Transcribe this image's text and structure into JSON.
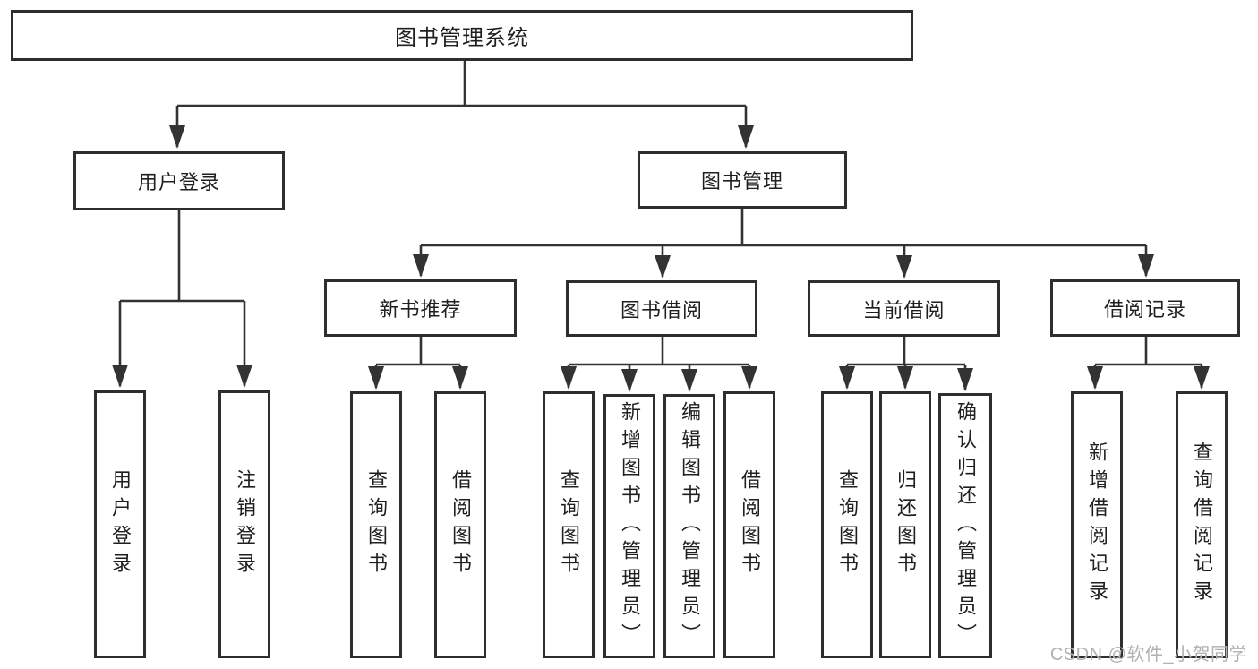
{
  "colors": {
    "background": "#ffffff",
    "line": "#333333",
    "box_border": "#2e2e2e",
    "text": "#1f1f1f",
    "watermark": "#b2b2b2"
  },
  "diagram": {
    "type": "hierarchy-tree",
    "title": "图书管理系统",
    "branches": [
      {
        "label": "用户登录",
        "children": [
          {
            "label": "用户登录"
          },
          {
            "label": "注销登录"
          }
        ]
      },
      {
        "label": "图书管理",
        "children": [
          {
            "label": "新书推荐",
            "children": [
              {
                "label": "查询图书"
              },
              {
                "label": "借阅图书"
              }
            ]
          },
          {
            "label": "图书借阅",
            "children": [
              {
                "label": "查询图书"
              },
              {
                "label": "新增图书（管理员）"
              },
              {
                "label": "编辑图书（管理员）"
              },
              {
                "label": "借阅图书"
              }
            ]
          },
          {
            "label": "当前借阅",
            "children": [
              {
                "label": "查询图书"
              },
              {
                "label": "归还图书"
              },
              {
                "label": "确认归还（管理员）"
              }
            ]
          },
          {
            "label": "借阅记录",
            "children": [
              {
                "label": "新增借阅记录"
              },
              {
                "label": "查询借阅记录"
              }
            ]
          }
        ]
      }
    ]
  },
  "watermark": {
    "text": "CSDN @软件_小贺同学"
  }
}
